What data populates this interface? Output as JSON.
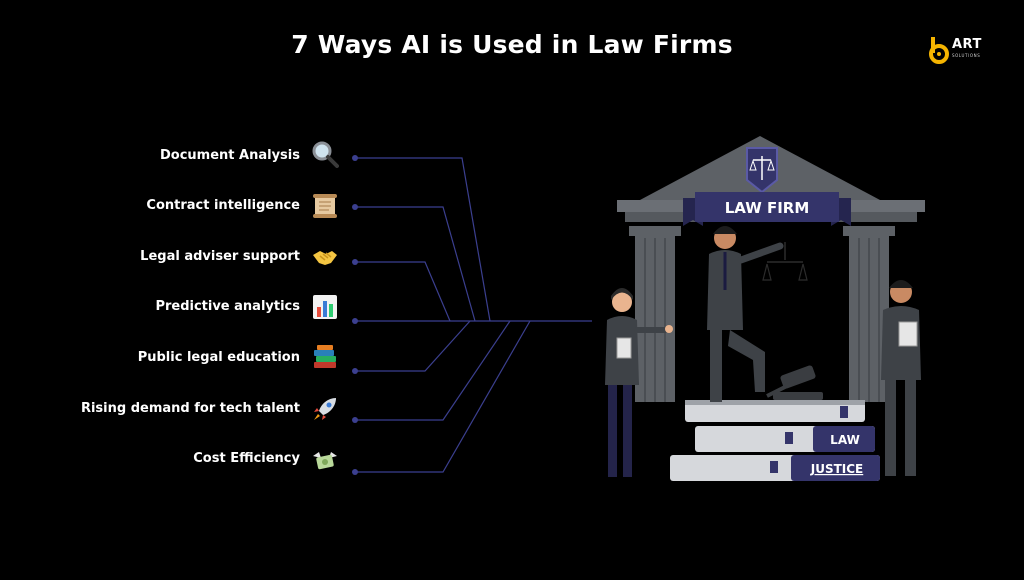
{
  "title": "7 Ways AI is Used in Law Firms",
  "logo": {
    "word": "ART",
    "sub": "SOLUTIONS",
    "accent": "#f5b400"
  },
  "items": [
    {
      "label": "Document Analysis",
      "icon": "magnifying-glass-icon"
    },
    {
      "label": "Contract intelligence",
      "icon": "scroll-icon"
    },
    {
      "label": "Legal adviser support",
      "icon": "handshake-icon"
    },
    {
      "label": "Predictive analytics",
      "icon": "bar-chart-icon"
    },
    {
      "label": "Public legal education",
      "icon": "books-icon"
    },
    {
      "label": "Rising demand for tech talent",
      "icon": "rocket-icon"
    },
    {
      "label": "Cost Efficiency",
      "icon": "money-with-wings-icon"
    }
  ],
  "illustration": {
    "banner": "LAW FIRM",
    "book_labels": [
      "LAW",
      "JUSTICE"
    ]
  },
  "colors": {
    "background": "#000000",
    "connector": "#3b3f8f",
    "building": "#5d6166",
    "banner": "#34346a"
  }
}
